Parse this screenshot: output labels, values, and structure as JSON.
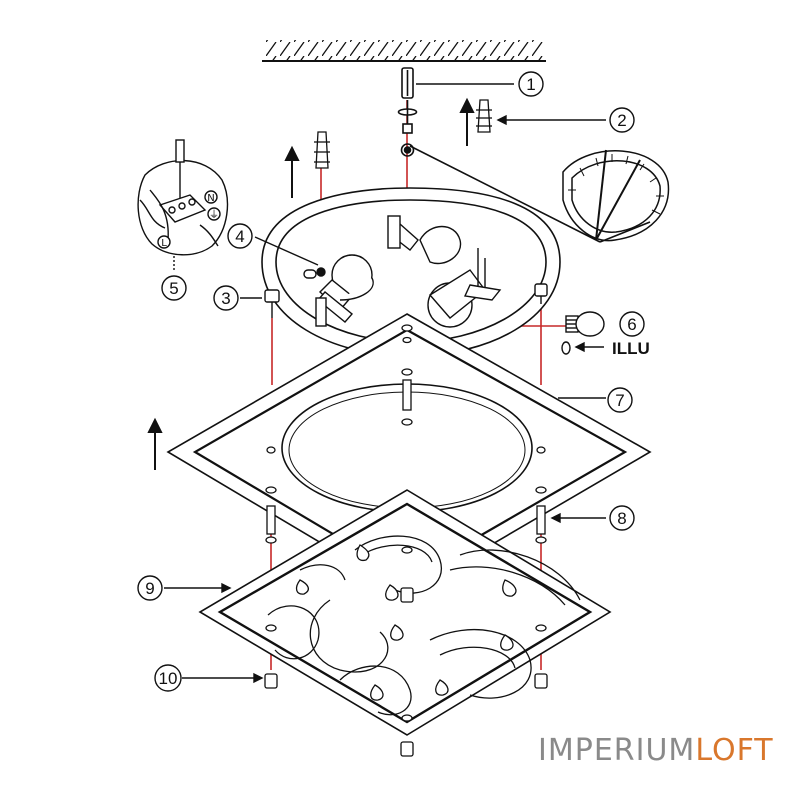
{
  "callouts": [
    {
      "id": "1",
      "label": "1"
    },
    {
      "id": "2",
      "label": "2"
    },
    {
      "id": "3",
      "label": "3"
    },
    {
      "id": "4",
      "label": "4"
    },
    {
      "id": "5",
      "label": "5"
    },
    {
      "id": "6",
      "label": "6"
    },
    {
      "id": "7",
      "label": "7"
    },
    {
      "id": "8",
      "label": "8"
    },
    {
      "id": "9",
      "label": "9"
    },
    {
      "id": "10",
      "label": "10"
    }
  ],
  "illu_label": "ILLU",
  "terminal_labels": {
    "neutral": "N",
    "live": "L",
    "earth": "⏚"
  },
  "watermark": {
    "part1": "IMPERIUM",
    "part2": "LOFT"
  },
  "colors": {
    "line": "#111111",
    "guide": "#c62828",
    "watermark_gray": "#8a8a8a",
    "watermark_accent": "#d9772c"
  }
}
